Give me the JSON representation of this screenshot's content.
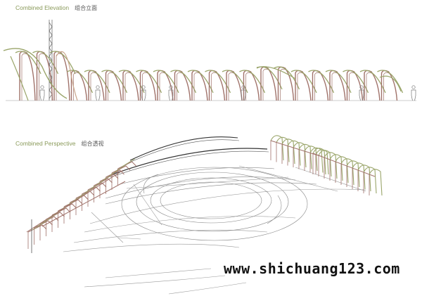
{
  "sections": {
    "elevation": {
      "title_en": "Combined Elevation",
      "title_cn": "组合立面"
    },
    "perspective": {
      "title_en": "Combined Perspective",
      "title_cn": "组合透视"
    }
  },
  "watermark": "www.shichuang123.com",
  "colors": {
    "label_green": "#8a9a5a",
    "structure_brown": "#a0726a",
    "canopy_green": "#9aa56a",
    "line_gray": "#888888",
    "dark_line": "#333333"
  }
}
